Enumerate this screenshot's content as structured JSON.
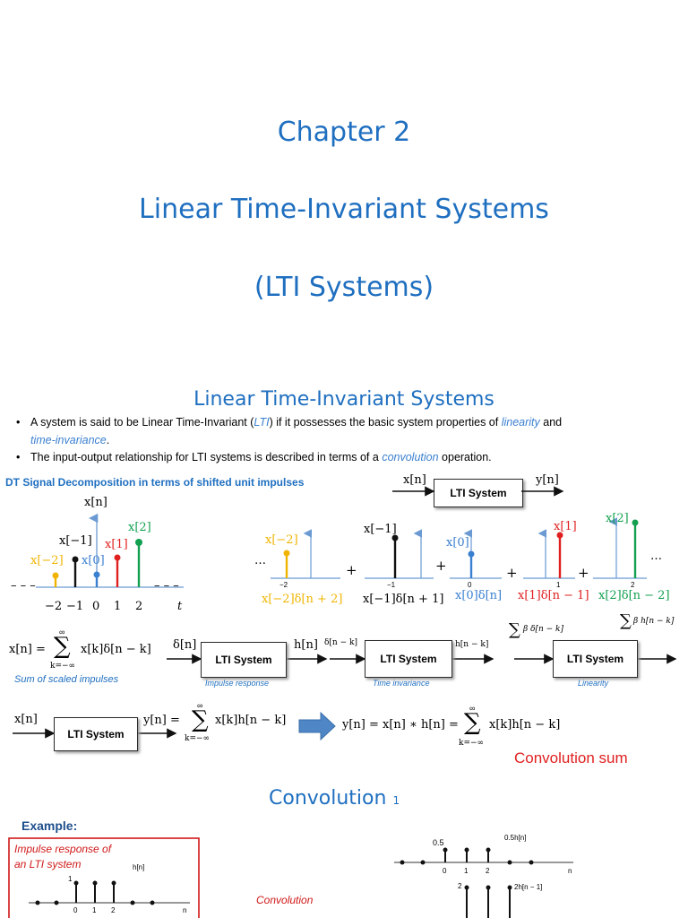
{
  "slide1": {
    "chapter": "Chapter 2",
    "title": "Linear Time-Invariant Systems",
    "subtitle": "(LTI Systems)"
  },
  "slide2": {
    "heading": "Linear Time-Invariant Systems",
    "bullet1_a": "A system is said to be Linear Time-Invariant (",
    "bullet1_lti": "LTI",
    "bullet1_b": ") if it possesses the basic system properties of ",
    "bullet1_linearity": "linearity",
    "bullet1_and": " and",
    "bullet1_ti": "time-invariance",
    "bullet1_end": ".",
    "bullet2_a": "The input-output relationship for LTI systems is described in terms of a ",
    "bullet2_conv": "convolution",
    "bullet2_end": " operation.",
    "decomp_heading": "DT Signal Decomposition in terms of shifted unit impulses",
    "xn": "x[n]",
    "yn": "y[n]",
    "lti_system": "LTI System",
    "x_m2": "x[−2]",
    "x_m1": "x[−1]",
    "x_0": "x[0]",
    "x_1": "x[1]",
    "x_2": "x[2]",
    "ticks": [
      "−2",
      "−1",
      "0",
      "1",
      "2"
    ],
    "t_label": "t",
    "dash": "– – –",
    "ellipsis": "…",
    "plus": "+",
    "term_m2": "x[−2]δ[n + 2]",
    "term_m1": "x[−1]δ[n + 1]",
    "term_0": "x[0]δ[n]",
    "term_1": "x[1]δ[n − 1]",
    "term_2": "x[2]δ[n − 2]",
    "sum_lhs": "x[n] =",
    "sum_body": "x[k]δ[n − k]",
    "sum_sym": "∑",
    "inf": "∞",
    "k_from": "k=−∞",
    "sum_caption": "Sum of scaled impulses",
    "delta_n": "δ[n]",
    "h_n": "h[n]",
    "impulse_response": "Impulse response",
    "delta_nk": "δ[n − k]",
    "h_nk": "h[n − k]",
    "time_invariance": "Time invariance",
    "sum_beta_delta": "β δ[n − k]",
    "sum_beta_h": "β h[n − k]",
    "linearity_cap": "Linearity",
    "yn_eq": "y[n] =",
    "conv_body": "x[k]h[n − k]",
    "conv_full": "y[n] = x[n] ∗ h[n] =",
    "conv_sum_label": "Convolution sum"
  },
  "slide3": {
    "heading": "Convolution",
    "heading_num": "1",
    "example": "Example:",
    "box_text_1": "Impulse response of",
    "box_text_2": "an LTI system",
    "hn_label": "h[n]",
    "one": "1",
    "ticks_left": [
      "0",
      "1",
      "2"
    ],
    "n_label": "n",
    "convolution": "Convolution",
    "half": "0.5",
    "half_h": "0.5h[n]",
    "ticks_right": [
      "0",
      "1",
      "2"
    ],
    "two": "2",
    "two_h": "2h[n − 1]"
  }
}
